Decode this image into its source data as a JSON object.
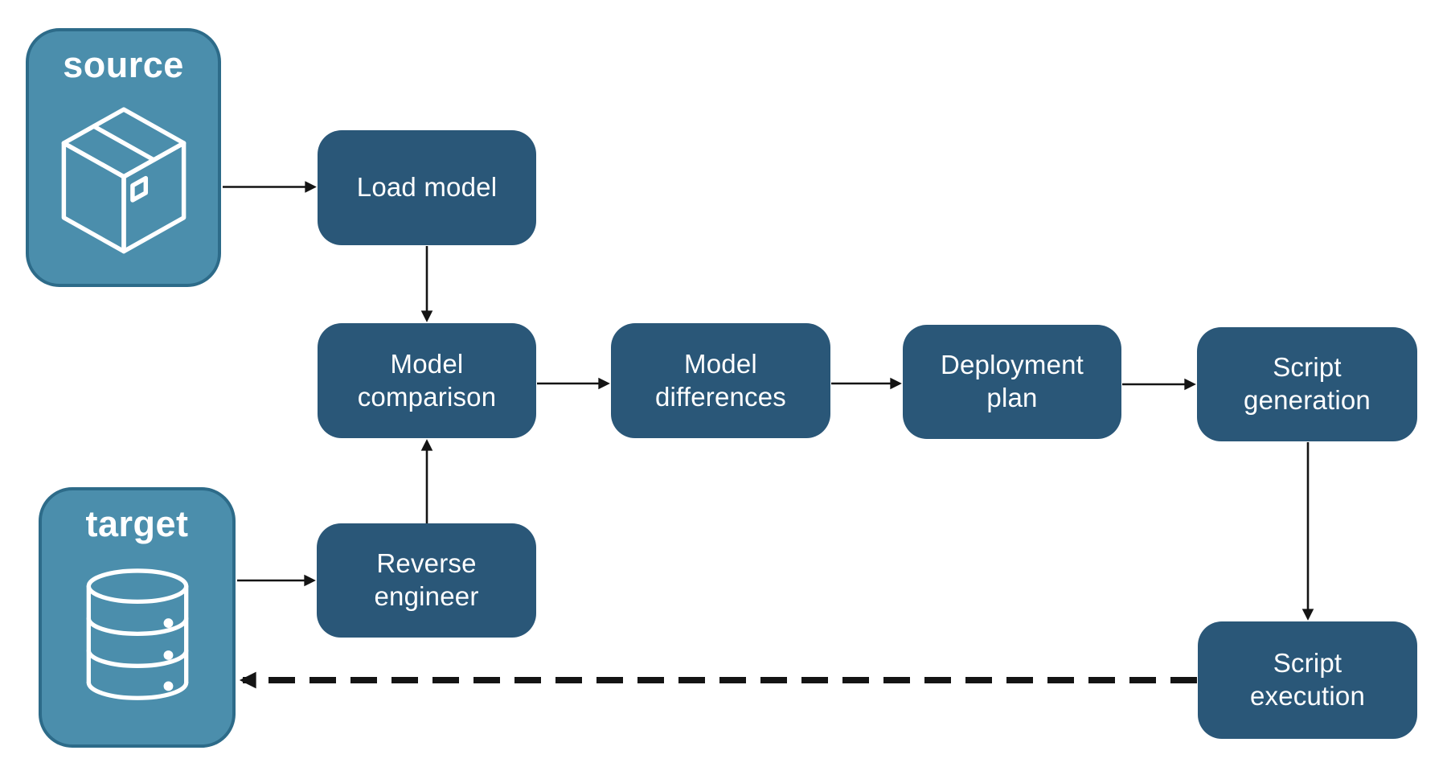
{
  "colors": {
    "endpoint_fill": "#4B8EAC",
    "endpoint_border": "#2D6B89",
    "step_fill": "#2A5778",
    "label_text": "#FFFFFF",
    "arrow": "#141414",
    "page_bg": "#FFFFFF"
  },
  "endpoints": {
    "source": {
      "label": "source",
      "icon": "package-icon"
    },
    "target": {
      "label": "target",
      "icon": "database-icon"
    }
  },
  "steps": {
    "load_model": {
      "lines": [
        "Load model",
        ""
      ]
    },
    "model_comparison": {
      "lines": [
        "Model",
        "comparison"
      ]
    },
    "model_differences": {
      "lines": [
        "Model",
        "differences"
      ]
    },
    "deployment_plan": {
      "lines": [
        "Deployment",
        "plan"
      ]
    },
    "script_generation": {
      "lines": [
        "Script",
        "generation"
      ]
    },
    "reverse_engineer": {
      "lines": [
        "Reverse",
        "engineer"
      ]
    },
    "script_execution": {
      "lines": [
        "Script",
        "execution"
      ]
    }
  },
  "connections": [
    {
      "from": "source",
      "to": "load_model",
      "style": "solid"
    },
    {
      "from": "load_model",
      "to": "model_comparison",
      "style": "solid"
    },
    {
      "from": "model_comparison",
      "to": "model_differences",
      "style": "solid"
    },
    {
      "from": "model_differences",
      "to": "deployment_plan",
      "style": "solid"
    },
    {
      "from": "deployment_plan",
      "to": "script_generation",
      "style": "solid"
    },
    {
      "from": "script_generation",
      "to": "script_execution",
      "style": "solid"
    },
    {
      "from": "target",
      "to": "reverse_engineer",
      "style": "solid"
    },
    {
      "from": "reverse_engineer",
      "to": "model_comparison",
      "style": "solid"
    },
    {
      "from": "script_execution",
      "to": "target",
      "style": "dashed"
    }
  ]
}
